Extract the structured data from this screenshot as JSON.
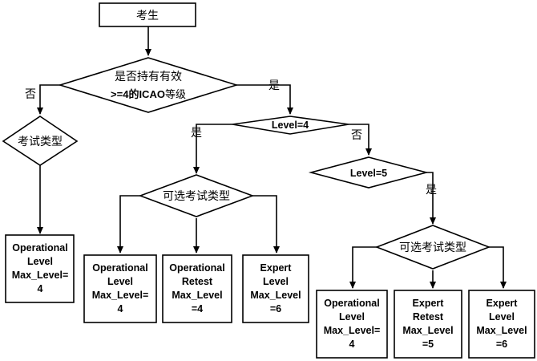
{
  "nodes": {
    "start": "考生",
    "q_valid_line1": "是否持有有效",
    "q_valid_line2_prefix": ">=4的ICAO",
    "q_valid_line2_suffix": "等级",
    "q_level4": "Level=4",
    "q_level5": "Level=5",
    "q_type_a": "考试类型",
    "q_type_b": "可选考试类型",
    "q_type_c": "可选考试类型",
    "box_a": [
      "Operational",
      "Level",
      "Max_Level=",
      "4"
    ],
    "box_b1": [
      "Operational",
      "Level",
      "Max_Level=",
      "4"
    ],
    "box_b2": [
      "Operational",
      "Retest",
      "Max_Level",
      "=4"
    ],
    "box_b3": [
      "Expert",
      "Level",
      "Max_Level",
      "=6"
    ],
    "box_c1": [
      "Operational",
      "Level",
      "Max_Level=",
      "4"
    ],
    "box_c2": [
      "Expert",
      "Retest",
      "Max_Level",
      "=5"
    ],
    "box_c3": [
      "Expert",
      "Level",
      "Max_Level",
      "=6"
    ]
  },
  "edges": {
    "no_valid": "否",
    "yes_valid": "是",
    "yes_level4": "是",
    "no_level4": "否",
    "yes_level5": "是"
  },
  "colors": {
    "stroke": "#000000",
    "fill": "#ffffff"
  }
}
